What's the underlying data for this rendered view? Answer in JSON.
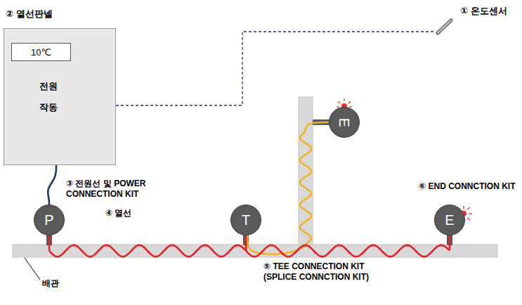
{
  "diagram": {
    "nodes": [
      {
        "text": [
          "② 열선판넬"
        ]
      },
      {
        "text": [
          "10℃"
        ],
        "in": 0
      },
      {
        "text": [
          "P"
        ]
      },
      {
        "text": [
          "T"
        ]
      },
      {
        "text": [
          "E"
        ]
      },
      {
        "text": [
          "E"
        ]
      }
    ],
    "edges": [
      {
        "from": 0,
        "to": 2,
        "arrow": "none"
      },
      {
        "from": 2,
        "to": 3,
        "arrow": "none"
      },
      {
        "from": 3,
        "to": 4,
        "arrow": "none"
      },
      {
        "from": 3,
        "to": 5,
        "arrow": "none"
      }
    ],
    "labels": [
      "① 온도센서",
      "③ 전원선 및 POWER CONNECTION KIT",
      "④ 열선",
      "⑤ TEE CONNECTION KIT (SPLICE CONNCTION KIT)",
      "⑥ END CONNCTION KIT",
      "배관",
      "전원",
      "작동"
    ]
  }
}
